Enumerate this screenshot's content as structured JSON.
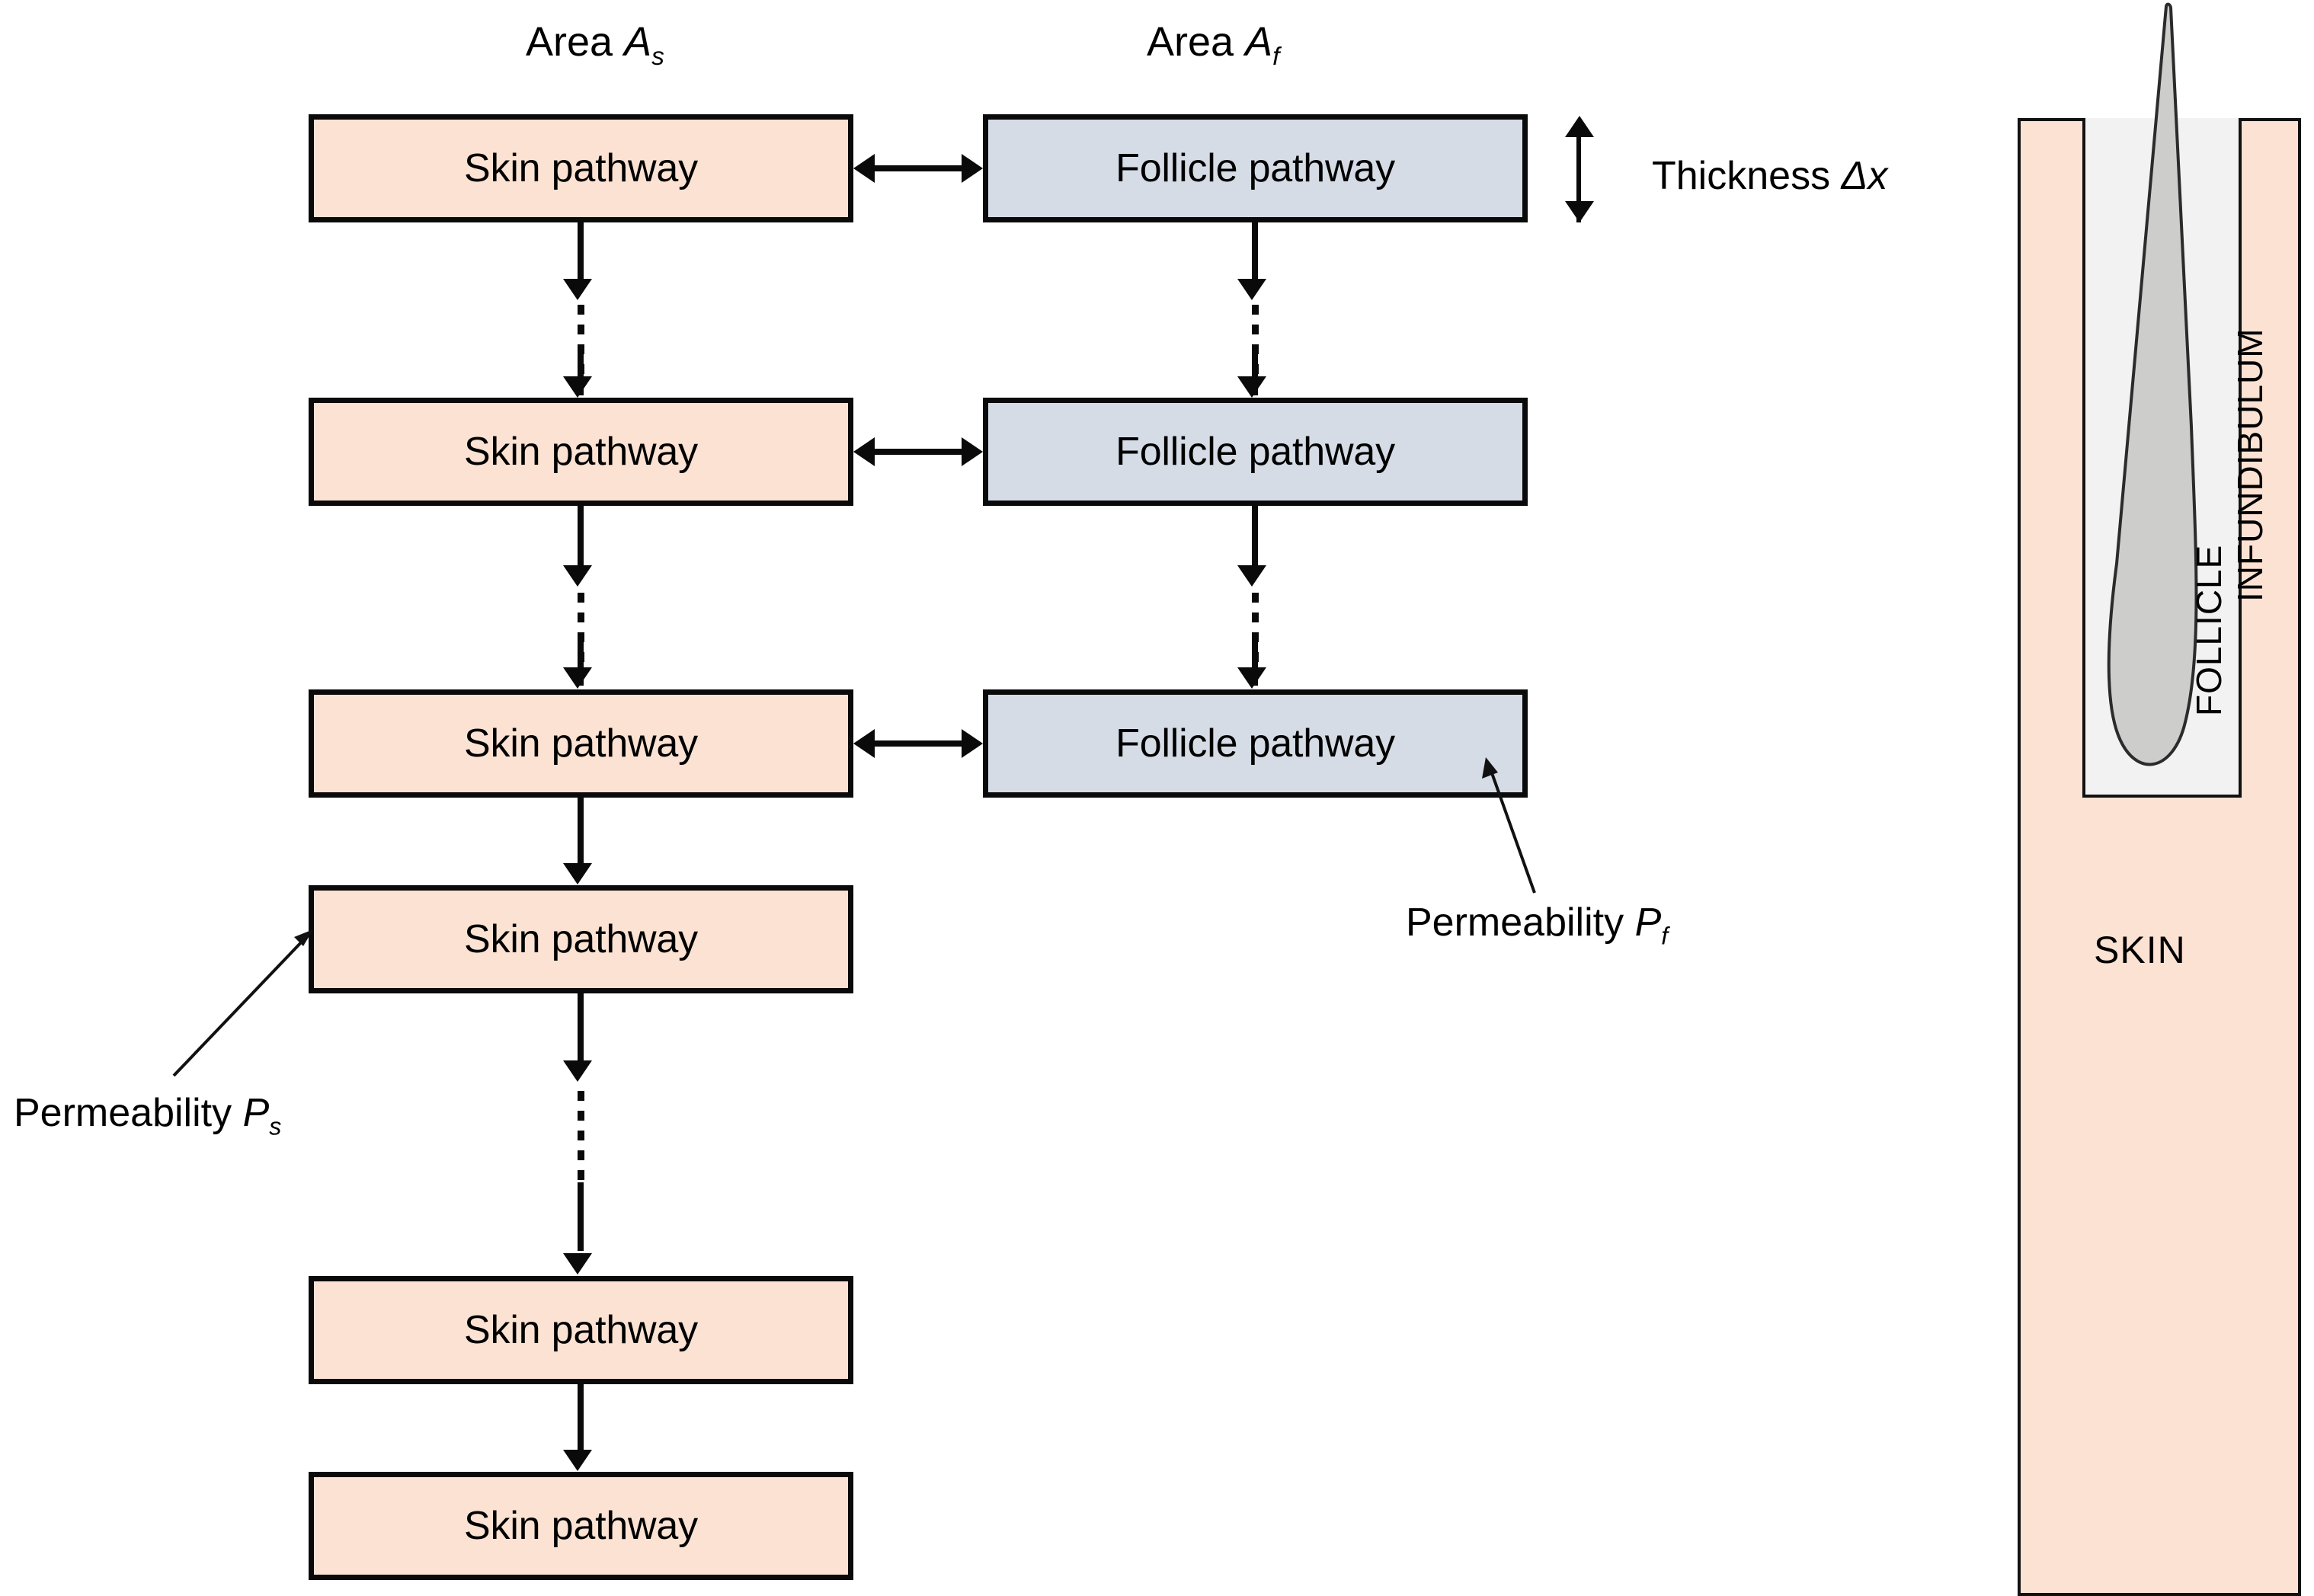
{
  "diagram": {
    "title": "Skin and follicle permeation pathway compartment model",
    "columns": [
      {
        "id": "skin",
        "label_prefix": "Area ",
        "symbol": "A",
        "subscript": "s"
      },
      {
        "id": "follicle",
        "label_prefix": "Area ",
        "symbol": "A",
        "subscript": "f"
      }
    ],
    "skin_column": {
      "box_label": "Skin pathway",
      "fill": "#FCE2D2",
      "boxes": [
        {
          "index": 0,
          "label": "Skin pathway"
        },
        {
          "index": 1,
          "label": "Skin pathway"
        },
        {
          "index": 2,
          "label": "Skin pathway"
        },
        {
          "index": 3,
          "label": "Skin pathway"
        },
        {
          "index": 4,
          "label": "Skin pathway"
        },
        {
          "index": 5,
          "label": "Skin pathway"
        }
      ]
    },
    "follicle_column": {
      "box_label": "Follicle pathway",
      "fill": "#D5DCE6",
      "boxes": [
        {
          "index": 0,
          "label": "Follicle pathway"
        },
        {
          "index": 1,
          "label": "Follicle pathway"
        },
        {
          "index": 2,
          "label": "Follicle pathway"
        }
      ]
    },
    "thickness": {
      "label_text": "Thickness ",
      "symbol": "Δx"
    },
    "permeability_skin": {
      "label_text": "Permeability ",
      "symbol": "P",
      "subscript": "s"
    },
    "permeability_follicle": {
      "label_text": "Permeability ",
      "symbol": "P",
      "subscript": "f"
    },
    "exchange_arrow": "bidirectional",
    "transfer_arrow": "downward"
  },
  "anatomy_panel": {
    "skin_label": "SKIN",
    "infundibulum_label": "INFUNDIBULUM",
    "follicle_label": "FOLLICLE",
    "colors": {
      "skin": "#FCE2D2",
      "infundibulum": "#F2F2F2",
      "follicle": "#CDCDCB",
      "outline": "#111111"
    }
  }
}
